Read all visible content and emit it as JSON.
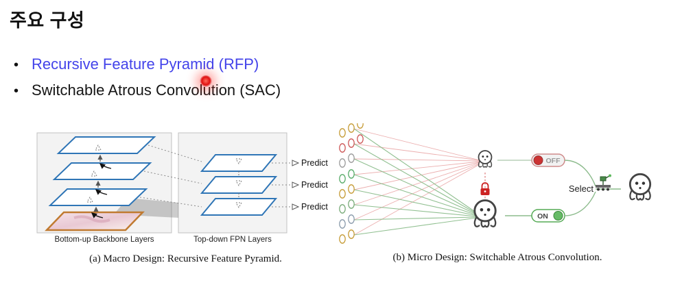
{
  "slide": {
    "title": "주요 구성",
    "bullets": [
      "Recursive Feature Pyramid (RFP)",
      "Switchable Atrous Convolution (SAC)"
    ]
  },
  "figure_a": {
    "left_panel_label": "Bottom-up Backbone Layers",
    "right_panel_label": "Top-down FPN Layers",
    "predict_labels": [
      "Predict",
      "Predict",
      "Predict"
    ],
    "caption": "(a) Macro Design: Recursive Feature Pyramid."
  },
  "figure_b": {
    "off_label": "OFF",
    "on_label": "ON",
    "select_label": "Select",
    "caption": "(b) Micro Design: Switchable Atrous Convolution."
  },
  "icons": {
    "bullet": "bullet-dot",
    "laser": "laser-pointer-dot",
    "octopus_small": "small-octopus-icon",
    "octopus_large": "large-octopus-icon",
    "octopus_output": "output-octopus-icon",
    "lock": "lock-icon",
    "toggle_off": "toggle-off-switch",
    "toggle_on": "toggle-on-switch",
    "selector_machine": "selector-machine-icon"
  },
  "colors": {
    "rfp_blue": "#4343ea",
    "plane_blue": "#2e75b6",
    "image_border_orange": "#c07a30",
    "laser_red": "#e01010",
    "off_red": "#cc3333",
    "on_green": "#5cb85c",
    "red_line": "#e8a0a0",
    "green_line": "#85b985"
  }
}
